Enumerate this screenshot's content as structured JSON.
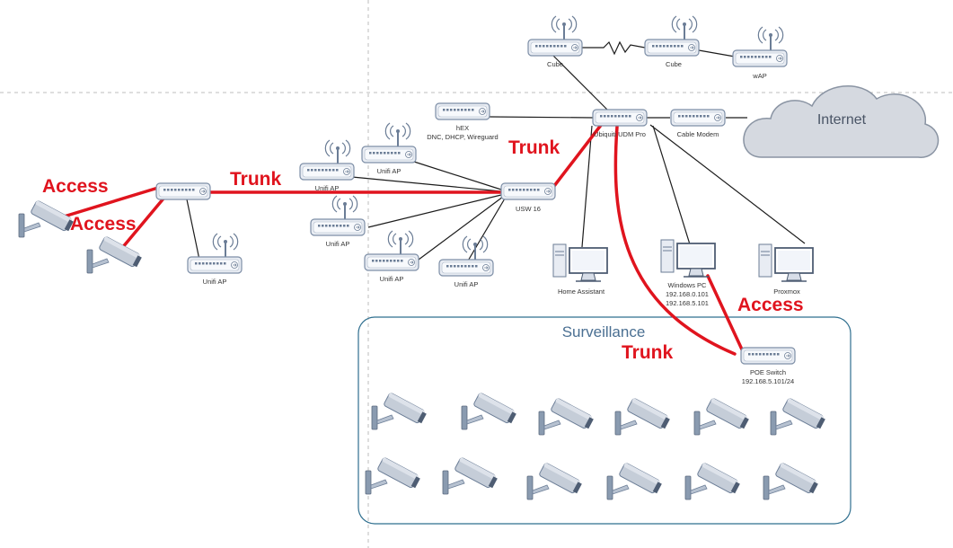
{
  "devices": {
    "cube_left": {
      "label": "Cube"
    },
    "cube_right": {
      "label": "Cube"
    },
    "wap": {
      "label": "wAP"
    },
    "hex": {
      "label": "hEX",
      "sublabel": "DNC, DHCP, Wireguard"
    },
    "udm": {
      "label": "Ubiquiti UDM Pro"
    },
    "cable_modem": {
      "label": "Cable Modem"
    },
    "usw16": {
      "label": "USW 16"
    },
    "left_switch": {
      "label": ""
    },
    "unifi_ap_1": {
      "label": "Unifi AP"
    },
    "unifi_ap_2": {
      "label": "Unifi AP"
    },
    "unifi_ap_3": {
      "label": "Unifi AP"
    },
    "unifi_ap_4": {
      "label": "Unifi AP"
    },
    "unifi_ap_5": {
      "label": "Unifi AP"
    },
    "unifi_ap_6": {
      "label": "Unifi AP"
    },
    "home_assistant": {
      "label": "Home Assistant"
    },
    "windows_pc": {
      "label": "Windows PC",
      "ip1": "192.168.0.101",
      "ip2": "192.168.5.101"
    },
    "proxmox": {
      "label": "Proxmox"
    },
    "poe_switch": {
      "label": "POE Switch",
      "ip": "192.168.5.101/24"
    },
    "internet": {
      "label": "Internet"
    }
  },
  "surveillance": {
    "title": "Surveillance",
    "camera_count": 12
  },
  "link_labels": {
    "access_1": "Access",
    "access_2": "Access",
    "trunk_1": "Trunk",
    "trunk_2": "Trunk",
    "trunk_3": "Trunk",
    "access_3": "Access"
  },
  "colors": {
    "link_red": "#e0141e",
    "device_body": "#e8ecf3",
    "device_stroke": "#7d8ea6",
    "cloud": "#d5d9e0",
    "group_border": "#2f6f8f"
  }
}
